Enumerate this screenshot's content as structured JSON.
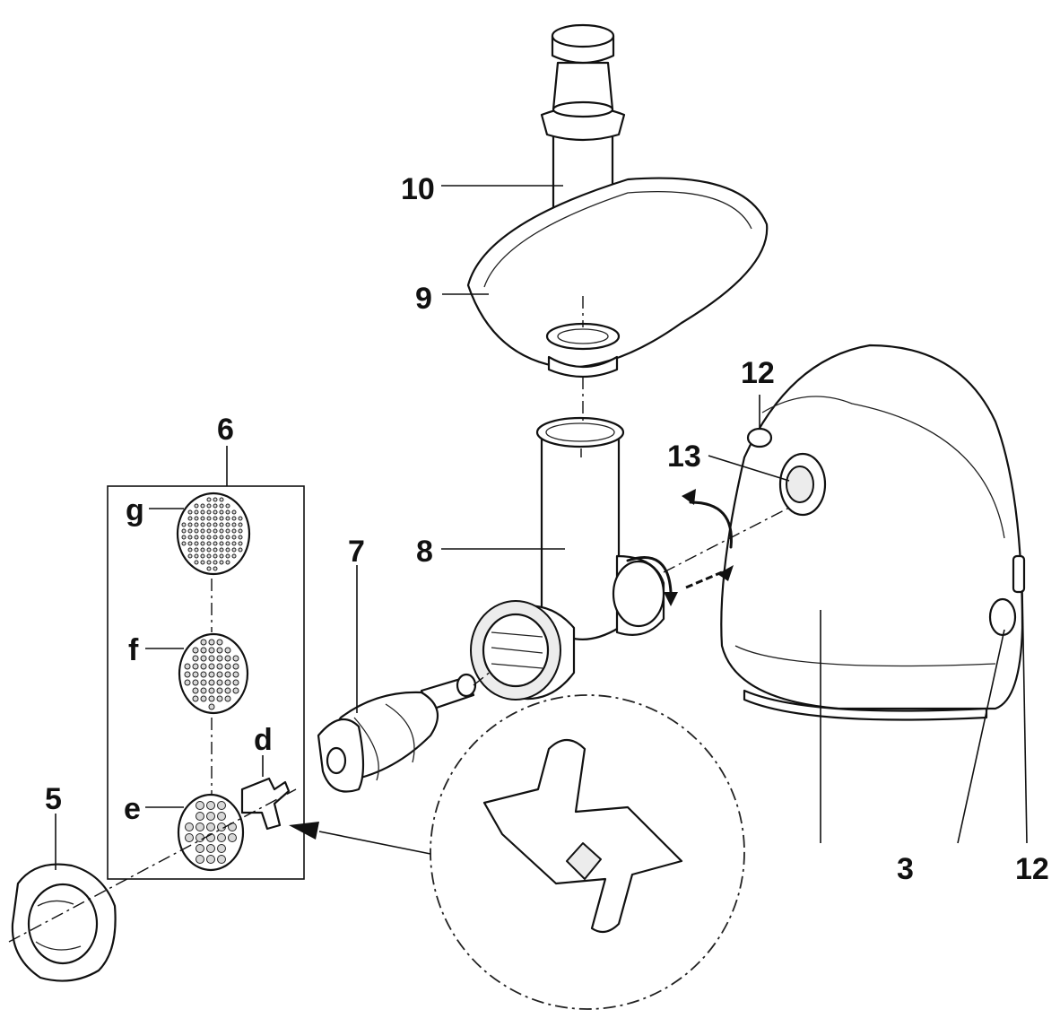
{
  "labels": {
    "part_10": "10",
    "part_9": "9",
    "part_12_top": "12",
    "part_13": "13",
    "part_6": "6",
    "part_g": "g",
    "part_7": "7",
    "part_8": "8",
    "part_f": "f",
    "part_d": "d",
    "part_5": "5",
    "part_e": "e",
    "part_3": "3",
    "part_12_bottom": "12"
  },
  "colors": {
    "line": "#111111",
    "fill": "#ffffff",
    "shade": "#ececec"
  }
}
